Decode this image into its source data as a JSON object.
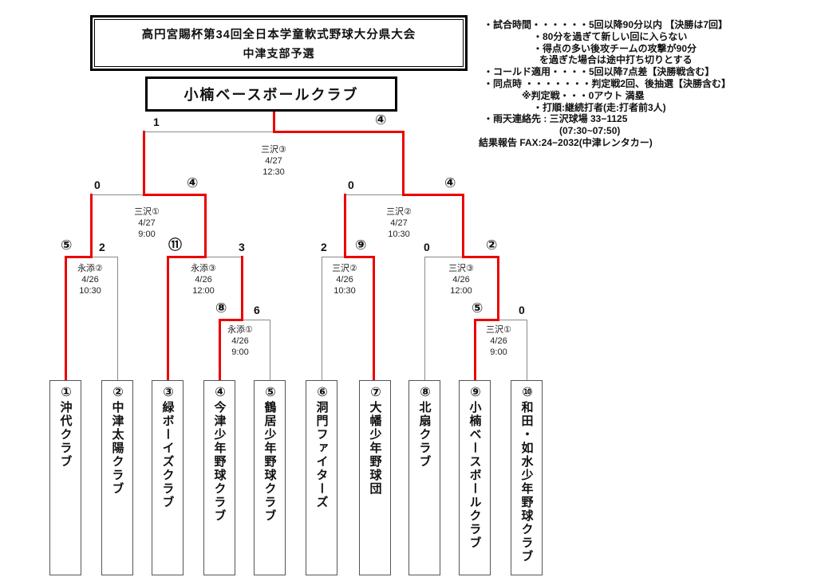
{
  "title": {
    "line1": "高円宮賜杯第34回全日本学童軟式野球大分県大会",
    "line2": "中津支部予選"
  },
  "champion": {
    "name": "小楠ベースボールクラブ"
  },
  "notes": {
    "lines": [
      "・試合時間・・・・・・5回以降90分以内 【決勝は7回】",
      "・80分を過ぎて新しい回に入らない",
      "・得点の多い後攻チームの攻撃が90分",
      "を過ぎた場合は途中打ち切りとする",
      "・コールド適用・・・・5回以降7点差【決勝戦含む】",
      "・同点時 ・・・・・・・判定戦2回、後抽選【決勝含む】",
      "※判定戦・・・0アウト 満塁",
      "・打順:継続打者(走:打者前3人)",
      "・雨天連絡先 : 三沢球場 33−1125",
      "(07:30~07:50)",
      "結果報告 FAX:24−2032(中津レンタカー)"
    ]
  },
  "teams": [
    {
      "number": "①",
      "name": "沖代クラブ"
    },
    {
      "number": "②",
      "name": "中津太陽クラブ"
    },
    {
      "number": "③",
      "name": "緑ボーイズクラブ"
    },
    {
      "number": "④",
      "name": "今津少年野球クラブ"
    },
    {
      "number": "⑤",
      "name": "鶴居少年野球クラブ"
    },
    {
      "number": "⑥",
      "name": "洞門ファイターズ"
    },
    {
      "number": "⑦",
      "name": "大幡少年野球団"
    },
    {
      "number": "⑧",
      "name": "北扇クラブ"
    },
    {
      "number": "⑨",
      "name": "小楠ベースボールクラブ"
    },
    {
      "number": "⑩",
      "name": "和田・如水少年野球クラブ"
    }
  ],
  "matches": {
    "final": {
      "venue": "三沢③",
      "date": "4/27",
      "time": "12:30",
      "score_left": "1",
      "score_right": "④",
      "winner_side": "right"
    },
    "sf1": {
      "venue": "三沢①",
      "date": "4/27",
      "time": "9:00",
      "score_left": "0",
      "score_right": "④",
      "winner_side": "right"
    },
    "sf2": {
      "venue": "三沢②",
      "date": "4/27",
      "time": "10:30",
      "score_left": "0",
      "score_right": "④",
      "winner_side": "right"
    },
    "qf1": {
      "venue": "永添②",
      "date": "4/26",
      "time": "10:30",
      "score_left": "⑤",
      "score_right": "2",
      "winner_side": "left"
    },
    "qf2": {
      "venue": "永添③",
      "date": "4/26",
      "time": "12:00",
      "score_left": "⑪",
      "score_right": "3",
      "winner_side": "left"
    },
    "qf3": {
      "venue": "三沢②",
      "date": "4/26",
      "time": "10:30",
      "score_left": "2",
      "score_right": "⑨",
      "winner_side": "right"
    },
    "qf4": {
      "venue": "三沢③",
      "date": "4/26",
      "time": "12:00",
      "score_left": "0",
      "score_right": "②",
      "winner_side": "right"
    },
    "r1a": {
      "venue": "永添①",
      "date": "4/26",
      "time": "9:00",
      "score_left": "⑧",
      "score_right": "6",
      "winner_side": "left"
    },
    "r1b": {
      "venue": "三沢①",
      "date": "4/26",
      "time": "9:00",
      "score_left": "⑤",
      "score_right": "0",
      "winner_side": "left"
    }
  },
  "colors": {
    "winner_path": "#ec0000",
    "bracket_line": "#8a8a8a",
    "border": "#000000"
  }
}
